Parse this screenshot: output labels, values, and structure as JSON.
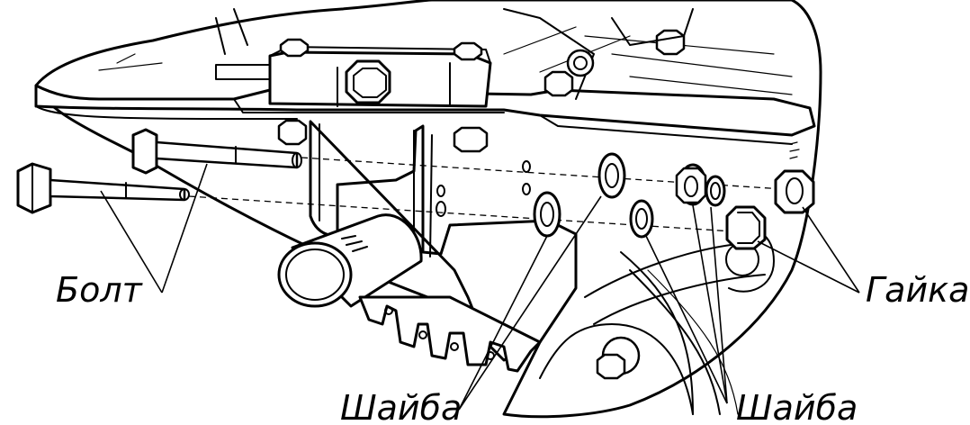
{
  "labels": {
    "bolt": "Болт",
    "nut": "Гайка",
    "washer_left": "Шайба",
    "washer_right": "Шайба"
  },
  "colors": {
    "line": "#000000",
    "background": "#ffffff"
  }
}
